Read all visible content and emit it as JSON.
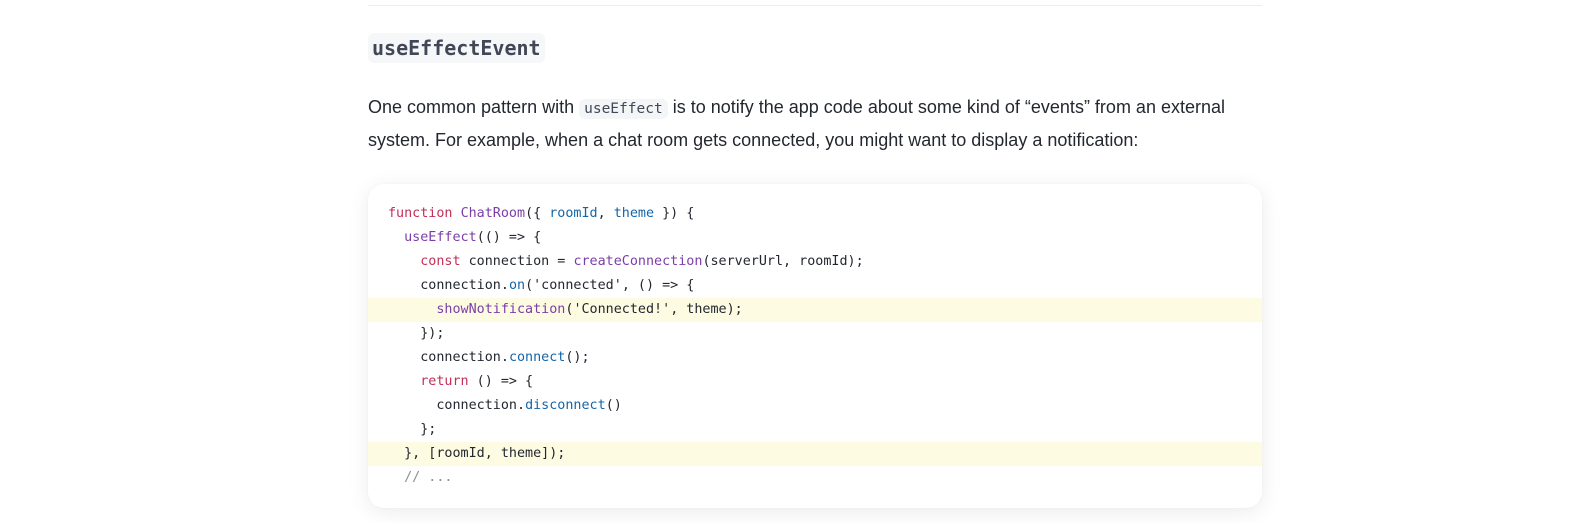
{
  "section": {
    "heading": "useEffectEvent",
    "paragraph": {
      "before_code": "One common pattern with ",
      "inline_code": "useEffect",
      "after_code": " is to notify the app code about some kind of “events” from an external system. For example, when a chat room gets connected, you might want to display a notification:"
    }
  },
  "code_block": {
    "highlight_color": "#fefbe3",
    "colors": {
      "keyword": "#c32f59",
      "function": "#7b3ea8",
      "property": "#1566a8",
      "plain": "#23272f",
      "comment": "#8a8f98"
    },
    "lines": [
      {
        "indent": "",
        "highlighted": false,
        "tokens": [
          {
            "t": "function",
            "c": "kw"
          },
          {
            "t": " ",
            "c": ""
          },
          {
            "t": "ChatRoom",
            "c": "fn"
          },
          {
            "t": "({ ",
            "c": ""
          },
          {
            "t": "roomId",
            "c": "prop"
          },
          {
            "t": ", ",
            "c": ""
          },
          {
            "t": "theme",
            "c": "prop"
          },
          {
            "t": " }) {",
            "c": ""
          }
        ]
      },
      {
        "indent": "  ",
        "highlighted": false,
        "tokens": [
          {
            "t": "useEffect",
            "c": "fn"
          },
          {
            "t": "(() => {",
            "c": ""
          }
        ]
      },
      {
        "indent": "    ",
        "highlighted": false,
        "tokens": [
          {
            "t": "const",
            "c": "kw"
          },
          {
            "t": " connection = ",
            "c": ""
          },
          {
            "t": "createConnection",
            "c": "fn"
          },
          {
            "t": "(serverUrl, roomId);",
            "c": ""
          }
        ]
      },
      {
        "indent": "    ",
        "highlighted": false,
        "tokens": [
          {
            "t": "connection.",
            "c": ""
          },
          {
            "t": "on",
            "c": "prop"
          },
          {
            "t": "(",
            "c": ""
          },
          {
            "t": "'connected'",
            "c": "str"
          },
          {
            "t": ", () => {",
            "c": ""
          }
        ]
      },
      {
        "indent": "      ",
        "highlighted": true,
        "tokens": [
          {
            "t": "showNotification",
            "c": "fn"
          },
          {
            "t": "(",
            "c": ""
          },
          {
            "t": "'Connected!'",
            "c": "str"
          },
          {
            "t": ", theme);",
            "c": ""
          }
        ]
      },
      {
        "indent": "    ",
        "highlighted": false,
        "tokens": [
          {
            "t": "});",
            "c": ""
          }
        ]
      },
      {
        "indent": "    ",
        "highlighted": false,
        "tokens": [
          {
            "t": "connection.",
            "c": ""
          },
          {
            "t": "connect",
            "c": "prop"
          },
          {
            "t": "();",
            "c": ""
          }
        ]
      },
      {
        "indent": "    ",
        "highlighted": false,
        "tokens": [
          {
            "t": "return",
            "c": "kw"
          },
          {
            "t": " () => {",
            "c": ""
          }
        ]
      },
      {
        "indent": "      ",
        "highlighted": false,
        "tokens": [
          {
            "t": "connection.",
            "c": ""
          },
          {
            "t": "disconnect",
            "c": "prop"
          },
          {
            "t": "()",
            "c": ""
          }
        ]
      },
      {
        "indent": "    ",
        "highlighted": false,
        "tokens": [
          {
            "t": "};",
            "c": ""
          }
        ]
      },
      {
        "indent": "  ",
        "highlighted": true,
        "tokens": [
          {
            "t": "}, [roomId, theme]);",
            "c": ""
          }
        ]
      },
      {
        "indent": "  ",
        "highlighted": false,
        "tokens": [
          {
            "t": "// ...",
            "c": "cm"
          }
        ]
      }
    ]
  }
}
